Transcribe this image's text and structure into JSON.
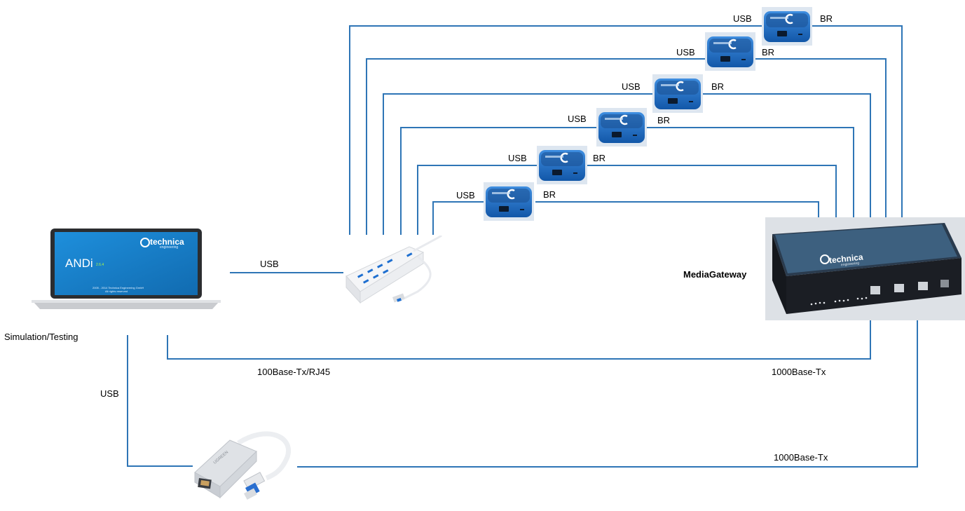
{
  "colors": {
    "wire": "#2e75b6",
    "device_blue": "#1f6fc9",
    "gateway_body": "#1b1e24",
    "screen_blue": "#1a86d0"
  },
  "laptop": {
    "caption": "Simulation/Testing",
    "screen_title": "ANDi",
    "screen_version": "2.6.4",
    "brand": "technica",
    "brand_sub": "engineering",
    "footer_line1": "2005 - 2014 Technica Engineering GmbH",
    "footer_line2": "All rights reserved"
  },
  "usb_hub": {
    "icon": "usb-hub-icon"
  },
  "gateway": {
    "label": "MediaGateway",
    "brand": "technica",
    "brand_sub": "engineering"
  },
  "adapter": {
    "icon": "usb-ethernet-adapter-icon",
    "brand": "UGREEN"
  },
  "br_devices": [
    {
      "usb_label": "USB",
      "br_label": "BR"
    },
    {
      "usb_label": "USB",
      "br_label": "BR"
    },
    {
      "usb_label": "USB",
      "br_label": "BR"
    },
    {
      "usb_label": "USB",
      "br_label": "BR"
    },
    {
      "usb_label": "USB",
      "br_label": "BR"
    },
    {
      "usb_label": "USB",
      "br_label": "BR"
    }
  ],
  "links": {
    "laptop_hub": "USB",
    "laptop_gateway": "100Base-Tx/RJ45",
    "gateway_side_1": "1000Base-Tx",
    "laptop_adapter": "USB",
    "adapter_gateway": "1000Base-Tx"
  }
}
